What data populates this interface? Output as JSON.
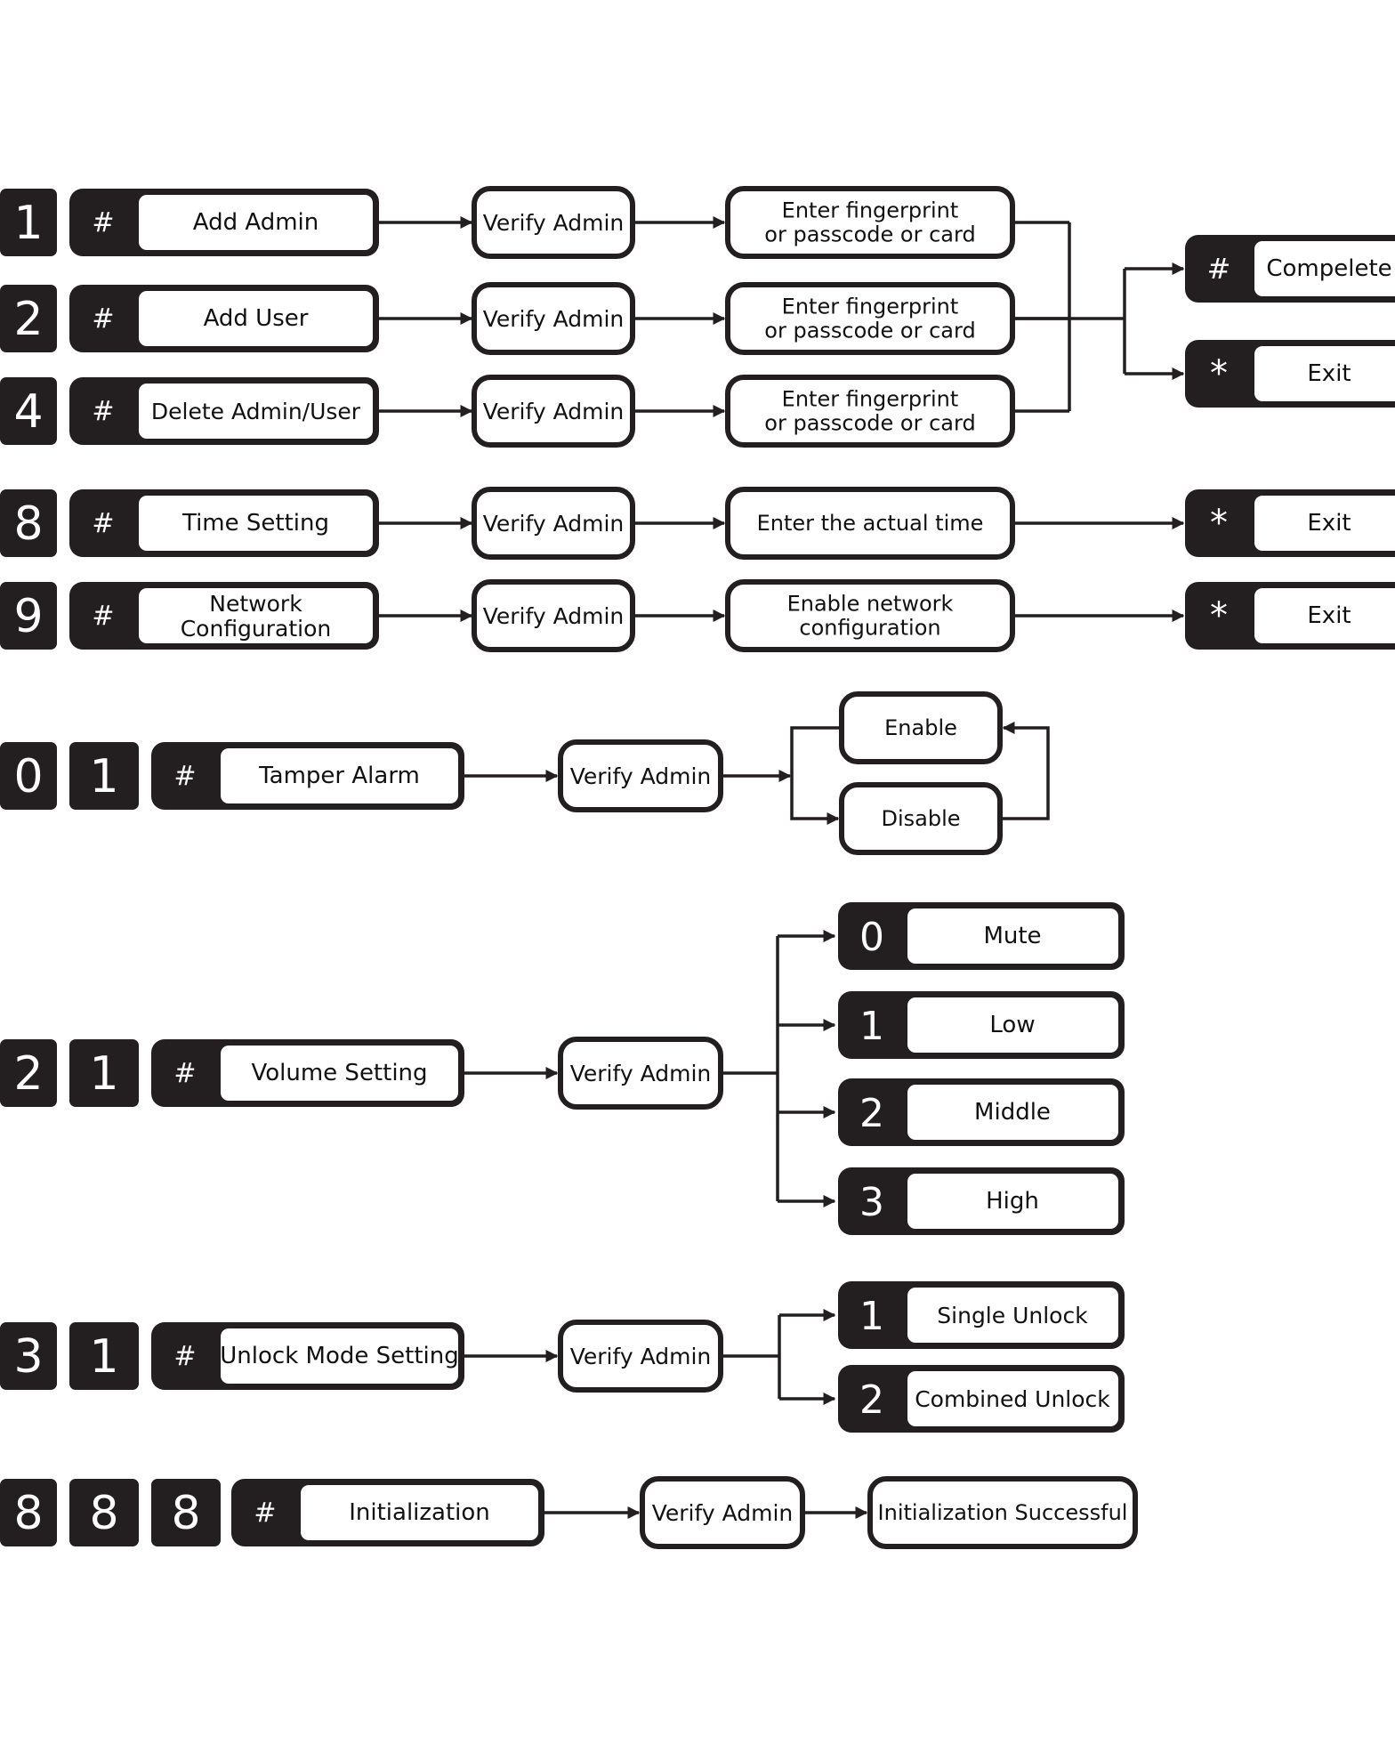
{
  "verify": "Verify Admin",
  "enter_credential": "Enter fingerprint\nor passcode or card",
  "rows": {
    "add_admin": {
      "keys": [
        "1"
      ],
      "hash": "#",
      "label": "Add Admin"
    },
    "add_user": {
      "keys": [
        "2"
      ],
      "hash": "#",
      "label": "Add User"
    },
    "delete": {
      "keys": [
        "4"
      ],
      "hash": "#",
      "label": "Delete Admin/User"
    },
    "time": {
      "keys": [
        "8"
      ],
      "hash": "#",
      "label": "Time Setting",
      "step": "Enter the actual time"
    },
    "network": {
      "keys": [
        "9"
      ],
      "hash": "#",
      "label": "Network\nConfiguration",
      "step": "Enable network\nconfiguration"
    },
    "tamper": {
      "keys": [
        "0",
        "1"
      ],
      "hash": "#",
      "label": "Tamper Alarm"
    },
    "volume": {
      "keys": [
        "2",
        "1"
      ],
      "hash": "#",
      "label": "Volume Setting"
    },
    "unlock": {
      "keys": [
        "3",
        "1"
      ],
      "hash": "#",
      "label": "Unlock Mode Setting"
    },
    "init": {
      "keys": [
        "8",
        "8",
        "8"
      ],
      "hash": "#",
      "label": "Initialization",
      "step": "Initialization Successful"
    }
  },
  "outcomes": {
    "complete": {
      "key": "#",
      "label": "Compelete"
    },
    "exit": {
      "key": "*",
      "label": "Exit"
    }
  },
  "tamper_options": [
    "Enable",
    "Disable"
  ],
  "volume_options": [
    {
      "key": "0",
      "label": "Mute"
    },
    {
      "key": "1",
      "label": "Low"
    },
    {
      "key": "2",
      "label": "Middle"
    },
    {
      "key": "3",
      "label": "High"
    }
  ],
  "unlock_options": [
    {
      "key": "1",
      "label": "Single Unlock"
    },
    {
      "key": "2",
      "label": "Combined Unlock"
    }
  ],
  "colors": {
    "ink": "#231f20",
    "background": "#ffffff"
  }
}
